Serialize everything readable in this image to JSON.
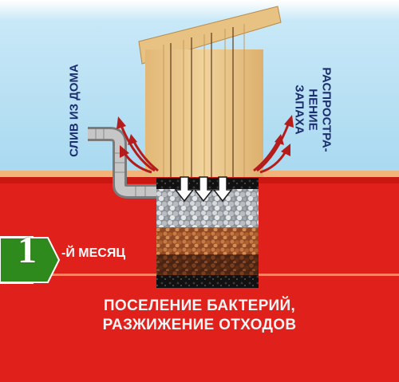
{
  "labels": {
    "drain": "СЛИВ ИЗ ДОМА",
    "smell_lines": [
      "РАСПРОСТРА-",
      "НЕНИЕ",
      "ЗАПАХА"
    ],
    "month_number": "1",
    "month_suffix": "-Й МЕСЯЦ",
    "caption_line1": "ПОСЕЛЕНИЕ БАКТЕРИЙ,",
    "caption_line2": "РАЗЖИЖЕНИЕ ОТХОДОВ"
  },
  "colors": {
    "sky": "#bfe3f4",
    "ground": "#e0201b",
    "grass": "#f2b37a",
    "wood": "#e9c88c",
    "badge": "#2f8a1e",
    "arrows": "#b51c1c",
    "text_dark": "#1b2d6e"
  }
}
